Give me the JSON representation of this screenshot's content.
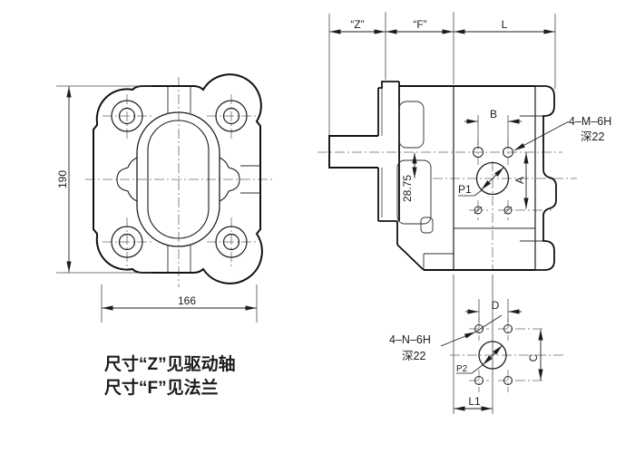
{
  "drawing": {
    "notes": {
      "line1": "尺寸“Z”见驱动轴",
      "line2": "尺寸“F”见法兰"
    },
    "front_view": {
      "height": "190",
      "width": "166"
    },
    "side_view": {
      "dim_z": "“Z”",
      "dim_f": "“F”",
      "dim_l": "L",
      "dim_b": "B",
      "dim_a": "A",
      "dim_offset": "28.75",
      "port": "P1",
      "thread_spec": "4–M–6H",
      "thread_depth": "深22"
    },
    "port_view": {
      "dim_d": "D",
      "dim_c": "C",
      "dim_l1": "L1",
      "port": "P2",
      "thread_spec": "4–N–6H",
      "thread_depth": "深22"
    }
  },
  "colors": {
    "background": "#ffffff",
    "outline": "#111111",
    "dim_line": "#4a4a4a",
    "text": "#1c1c1c"
  }
}
